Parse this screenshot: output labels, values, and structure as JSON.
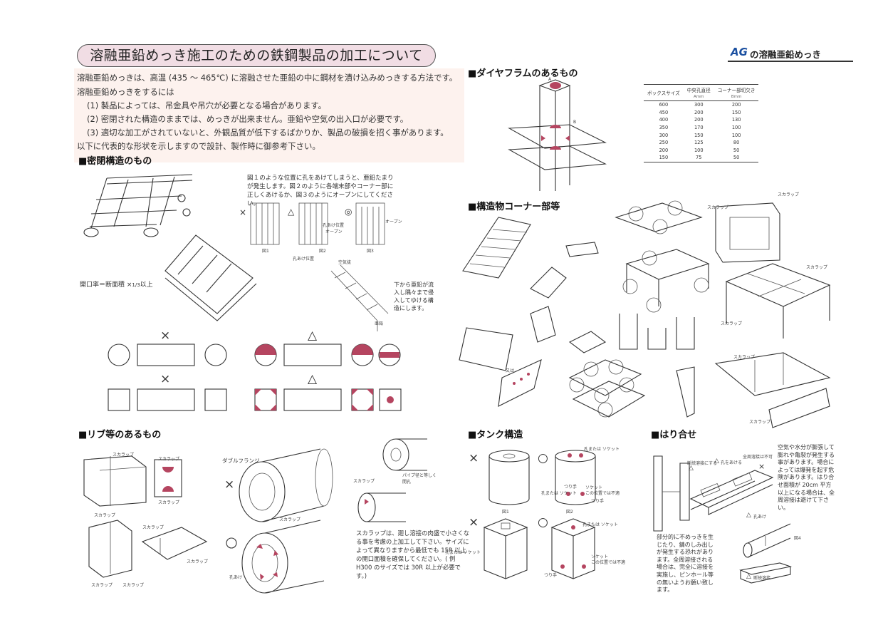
{
  "header": {
    "title": "溶融亜鉛めっき施工のための鉄鋼製品の加工について",
    "brand_mark": "AG",
    "brand_text": "の溶融亜鉛めっき"
  },
  "intro": {
    "lines": [
      "溶融亜鉛めっきは、高温 (435 ～ 465℃) に溶融させた亜鉛の中に鋼材を漬け込みめっきする方法です。",
      "溶融亜鉛めっきをするには",
      "(1) 製品によっては、吊金具や吊穴が必要となる場合があります。",
      "(2) 密閉された構造のままでは、めっきが出来ません。亜鉛や空気の出入口が必要です。",
      "(3) 適切な加工がされていないと、外観品質が低下するばかりか、製品の破損を招く事があります。",
      "以下に代表的な形状を示しますので設計、製作時に御参考下さい。"
    ]
  },
  "sections": {
    "closed": "■密閉構造のもの",
    "rib": "■リブ等のあるもの",
    "diaphragm": "■ダイヤフラムのあるもの",
    "corner": "■構造物コーナー部等",
    "tank": "■タンク構造",
    "lap": "■はり合せ"
  },
  "closed": {
    "note": "図１のような位置に孔をあけてしまうと、亜鉛たまりが発生します。図２のように各端末部やコーナー部に正しくあけるか、図３のようにオープンにしてください。",
    "fig_labels": [
      "図1",
      "図2",
      "図3"
    ],
    "marks": [
      "×",
      "△",
      "◎"
    ],
    "hole_label": "孔あけ位置",
    "open_label": "オープン",
    "opening_ratio_label": "開口率＝断面積 ×",
    "opening_ratio_value": "1/3",
    "opening_ratio_suffix": "以上",
    "air_hole_label": "空気抜",
    "zinc_label": "亜鉛",
    "flow_note": "下から亜鉛が流入し隅々まで侵入してゆける構造にします。",
    "row_marks": [
      "×",
      "△",
      "×",
      "△"
    ]
  },
  "diaphragm_table": {
    "headers": [
      "ボックスサイズ",
      "中央孔直径",
      "コーナー部切欠き"
    ],
    "units": [
      "",
      "Amm",
      "Bmm"
    ],
    "rows": [
      [
        "600",
        "300",
        "200"
      ],
      [
        "450",
        "200",
        "150"
      ],
      [
        "400",
        "200",
        "130"
      ],
      [
        "350",
        "170",
        "100"
      ],
      [
        "300",
        "150",
        "100"
      ],
      [
        "250",
        "125",
        "80"
      ],
      [
        "200",
        "100",
        "50"
      ],
      [
        "150",
        "75",
        "50"
      ]
    ],
    "labels": [
      "A",
      "B"
    ]
  },
  "corner": {
    "scallop": "スカラップ",
    "alt_label": "又は"
  },
  "rib": {
    "scallop": "スカラップ",
    "double_flange": "ダブルフランジ",
    "mark": "×",
    "hole": "孔あけ",
    "pipe_note": "パイプ径と等しく開孔",
    "note": "スカラップは、廻し溶接の肉盛で小さくなる事を考慮の上加工して下さい。サイズによって異なりますから最低でも 15R 以上の開口面積を確保してください。( 例 H300 のサイズでは 30R 以上が必要です。)"
  },
  "tank": {
    "marks": [
      "×",
      "○",
      "×",
      "○"
    ],
    "socket": "孔または ソケット",
    "hanger": "つり手",
    "socket2": "ソケット",
    "position_note": "この位置では不適",
    "fig_labels": [
      "図1",
      "図2"
    ]
  },
  "lap": {
    "note_right": "空気や水分が膨張して膨れや亀裂が発生する事があります。場合によっては爆発を起す危険があります。はり合せ面積が 20cm 平方以上になる場合は、全周溶接は避けて下さい。",
    "note_left": "部分的に不めっきを生じたり、錆のしみ出しが発生する恐れがあります。全周溶接される場合は、完全に溶接を実施し、ピンホール等の無いようお願い致します。",
    "labels": [
      "断続溶接にする",
      "孔をあける",
      "全周溶接は不可",
      "孔あけ",
      "断続溶接",
      "図4"
    ],
    "marks": [
      "△",
      "△",
      "×",
      "△",
      "△"
    ]
  }
}
